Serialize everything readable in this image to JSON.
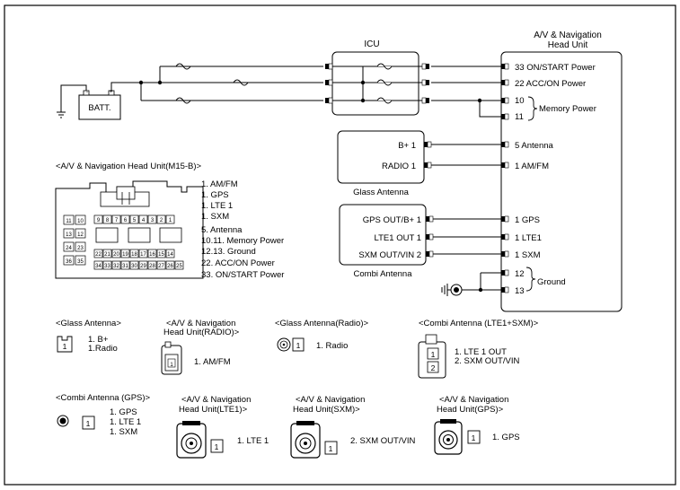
{
  "head_unit": {
    "title_line1": "A/V & Navigation",
    "title_line2": "Head Unit",
    "pins": {
      "p33": "33 ON/START Power",
      "p22": "22 ACC/ON Power",
      "p10": "10",
      "p11": "11",
      "memory_power": "Memory Power",
      "p5": "5 Antenna",
      "p1_amfm": "1 AM/FM",
      "p1_gps": "1 GPS",
      "p1_lte": "1 LTE1",
      "p1_sxm": "1 SXM",
      "p12": "12",
      "p13": "13",
      "ground": "Ground"
    }
  },
  "icu": {
    "label": "ICU"
  },
  "battery": {
    "label": "BATT."
  },
  "glass_antenna": {
    "label": "Glass Antenna",
    "pin_b": "B+ 1",
    "pin_radio": "RADIO 1"
  },
  "combi_antenna": {
    "label": "Combi Antenna",
    "pin_gps": "GPS OUT/B+ 1",
    "pin_lte": "LTE1 OUT 1",
    "pin_sxm": "SXM OUT/VIN 2"
  },
  "connector_m15b": {
    "title": "<A/V & Navigation Head Unit(M15-B)>",
    "legend": [
      "1. AM/FM",
      "1. GPS",
      "1. LTE 1",
      "1. SXM",
      "5. Antenna",
      "10.11. Memory Power",
      "12.13. Ground",
      "22. ACC/ON Power",
      "33. ON/START Power"
    ],
    "row1": [
      "9",
      "8",
      "7",
      "6",
      "5",
      "4",
      "3",
      "2",
      "1"
    ],
    "left_pins": [
      "11",
      "10",
      "13",
      "12",
      "24",
      "23",
      "36",
      "35"
    ],
    "row_mid": [
      "22",
      "21",
      "20",
      "19",
      "18",
      "17",
      "16",
      "15",
      "14"
    ],
    "row_bot": [
      "34",
      "33",
      "32",
      "31",
      "30",
      "29",
      "28",
      "27",
      "26",
      "25"
    ]
  },
  "legends": {
    "glass_antenna": {
      "title": "<Glass Antenna>",
      "lines": [
        "1. B+",
        "1.Radio"
      ],
      "pin": "1"
    },
    "hu_radio": {
      "title1": "<A/V & Navigation",
      "title2": "Head Unit(RADIO)>",
      "lines": [
        "1. AM/FM"
      ],
      "pin": "1"
    },
    "glass_antenna_radio": {
      "title": "<Glass Antenna(Radio)>",
      "lines": [
        "1. Radio"
      ],
      "pin": "1"
    },
    "combi_lte_sxm": {
      "title": "<Combi Antenna (LTE1+SXM)>",
      "lines": [
        "1. LTE 1 OUT",
        "2. SXM OUT/VIN"
      ],
      "pins": [
        "1",
        "2"
      ]
    },
    "combi_gps": {
      "title": "<Combi Antenna (GPS)>",
      "lines": [
        "1. GPS",
        "1. LTE 1",
        "1. SXM"
      ],
      "pin": "1"
    },
    "hu_lte1": {
      "title1": "<A/V & Navigation",
      "title2": "Head Unit(LTE1)>",
      "lines": [
        "1. LTE 1"
      ],
      "pin": "1"
    },
    "hu_sxm": {
      "title1": "<A/V & Navigation",
      "title2": "Head Unit(SXM)>",
      "lines": [
        "2. SXM OUT/VIN"
      ],
      "pin": "1"
    },
    "hu_gps": {
      "title1": "<A/V & Navigation",
      "title2": "Head Unit(GPS)>",
      "lines": [
        "1. GPS"
      ],
      "pin": "1"
    }
  }
}
